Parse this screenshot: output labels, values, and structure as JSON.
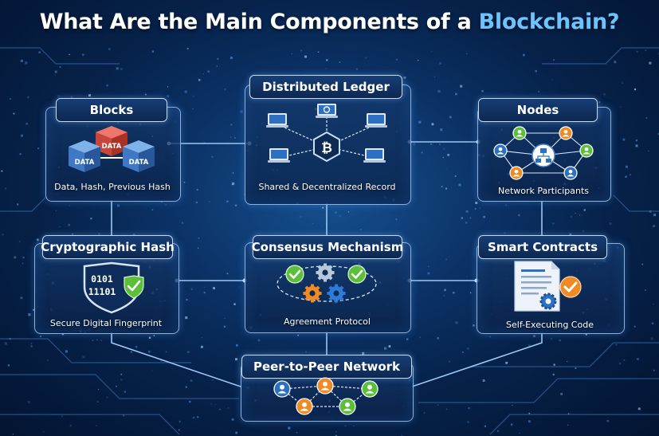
{
  "title": {
    "prefix": "What Are the Main Components of a ",
    "accent": "Blockchain?"
  },
  "colors": {
    "accent": "#6cc4ff",
    "green": "#5bbf3a",
    "orange": "#f08a24",
    "panel_border": "#8fb0d6"
  },
  "components": {
    "blocks": {
      "title": "Blocks",
      "caption": "Data, Hash, Previous Hash",
      "block_label": "DATA"
    },
    "ledger": {
      "title": "Distributed Ledger",
      "caption": "Shared & Decentralized Record"
    },
    "nodes": {
      "title": "Nodes",
      "caption": "Network Participants"
    },
    "hash": {
      "title": "Cryptographic Hash",
      "caption": "Secure Digital Fingerprint",
      "bits_line1": "0101",
      "bits_line2": "11101"
    },
    "consensus": {
      "title": "Consensus Mechanism",
      "caption": "Agreement Protocol"
    },
    "contracts": {
      "title": "Smart Contracts",
      "caption": "Self-Executing Code"
    },
    "p2p": {
      "title": "Peer-to-Peer Network"
    }
  },
  "icons": {
    "blocks": "stacked-data-cubes-icon",
    "ledger": "networked-laptops-with-bitcoin-icon",
    "nodes": "connected-users-icon",
    "hash": "binary-shield-check-icon",
    "consensus": "gears-with-checkmarks-icon",
    "contracts": "document-gear-check-icon",
    "p2p": "peer-users-icon"
  }
}
